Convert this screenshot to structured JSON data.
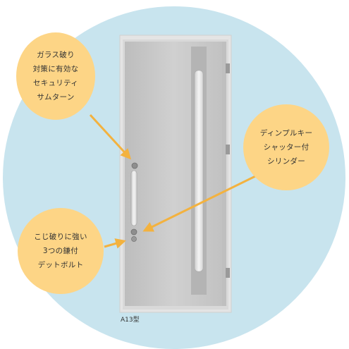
{
  "colors": {
    "background": "#ffffff",
    "circle": "#c8e4ee",
    "bubble": "#fdd586",
    "arrow": "#f3b23f",
    "door_frame": "#d6d6d6",
    "door_panel": "#c4c4c4",
    "handle": "#e8e8e8"
  },
  "callouts": {
    "thumbturn": {
      "lines": [
        "ガラス破り",
        "対策に有効な",
        "セキュリティ",
        "サムターン"
      ],
      "icon": "thumbturn-lock"
    },
    "dimple_key": {
      "lines": [
        "ディンプルキー",
        "シャッター付",
        "シリンダー"
      ],
      "icon": "dimple-key-cylinder"
    },
    "deadbolt": {
      "lines": [
        "こじ破りに強い",
        "3つの鎌付",
        "デットボルト"
      ],
      "icon": "deadbolt"
    }
  },
  "product": {
    "model_caption": "A13型"
  }
}
